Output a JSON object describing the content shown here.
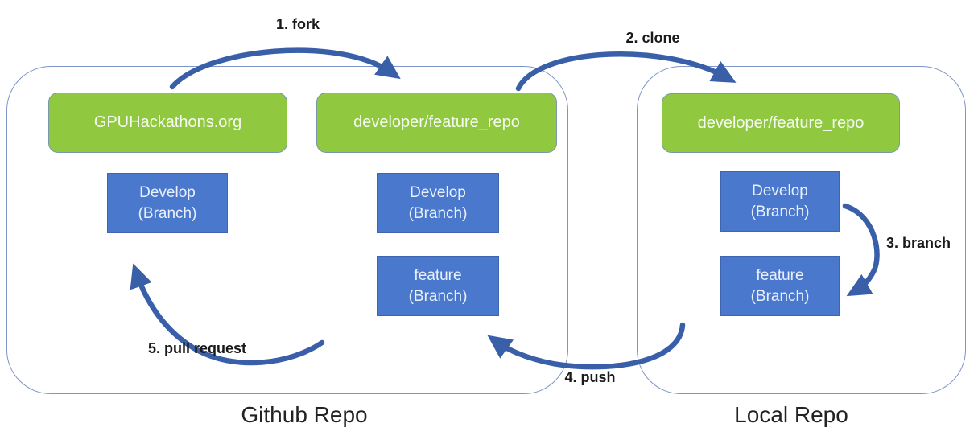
{
  "colors": {
    "green_fill": "#90c840",
    "green_border": "#7a98ab",
    "blue_fill": "#4a78cc",
    "blue_border": "#3e66b0",
    "arrow": "#3a5fa9",
    "frame_border": "#7e95c8",
    "box_text": "#f6fbf1",
    "blue_box_text": "#eaf1fc",
    "step_text": "#1a1a1a",
    "label_text": "#222222"
  },
  "containers": {
    "github": {
      "label": "Github Repo"
    },
    "local": {
      "label": "Local Repo"
    }
  },
  "nodes": {
    "gh_origin": {
      "label": "GPUHackathons.org"
    },
    "gh_fork": {
      "label": "developer/feature_repo"
    },
    "local_repo": {
      "label": "developer/feature_repo"
    },
    "gh_origin_develop": {
      "line1": "Develop",
      "line2": "(Branch)"
    },
    "gh_fork_develop": {
      "line1": "Develop",
      "line2": "(Branch)"
    },
    "gh_fork_feature": {
      "line1": "feature",
      "line2": "(Branch)"
    },
    "local_develop": {
      "line1": "Develop",
      "line2": "(Branch)"
    },
    "local_feature": {
      "line1": "feature",
      "line2": "(Branch)"
    }
  },
  "steps": {
    "fork": "1. fork",
    "clone": "2. clone",
    "branch": "3. branch",
    "push": "4. push",
    "pull_request": "5. pull request"
  }
}
